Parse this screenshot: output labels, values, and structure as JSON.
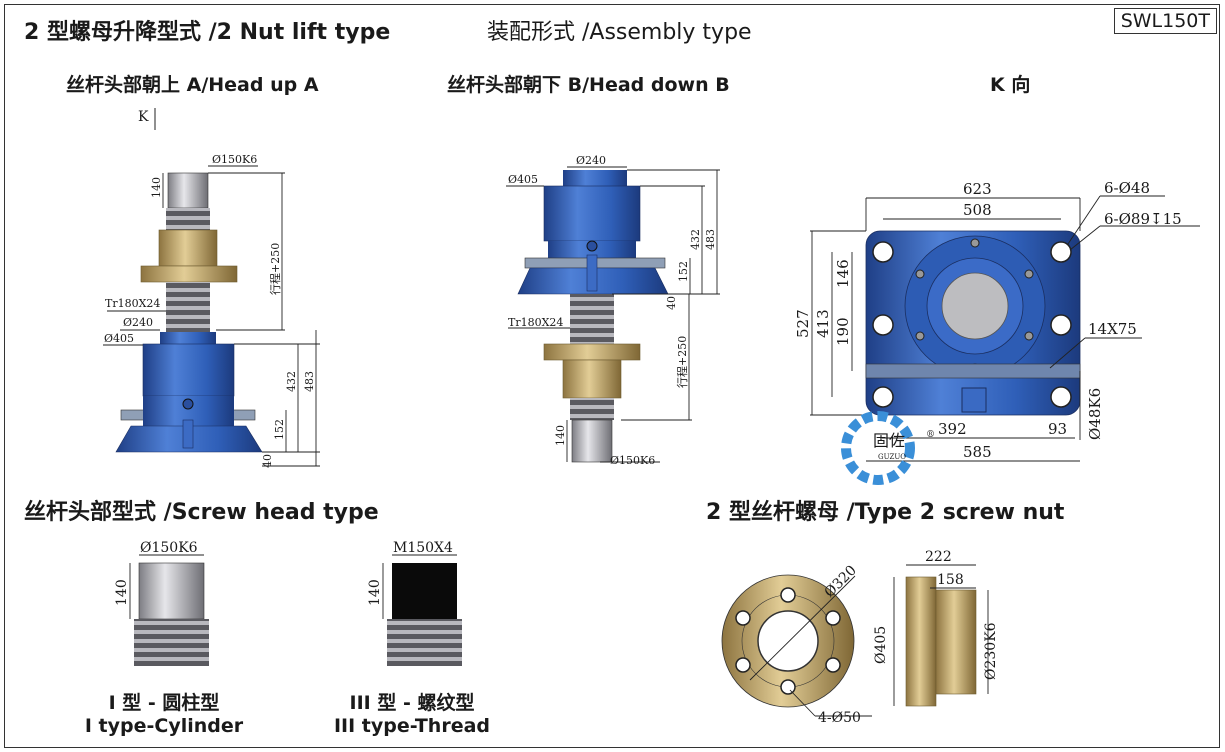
{
  "header": {
    "title": "2 型螺母升降型式 /2 Nut lift type",
    "assembly": "装配形式 /Assembly type",
    "model": "SWL150T"
  },
  "views": {
    "head_up": "丝杆头部朝上 A/Head up A",
    "head_down": "丝杆头部朝下 B/Head down B",
    "k_view": "K 向",
    "k_arrow": "K"
  },
  "dims_a": {
    "d150": "Ø150K6",
    "h140": "140",
    "stroke": "行程+250",
    "tr": "Tr180X24",
    "d240": "Ø240",
    "d405": "Ø405",
    "h432": "432",
    "h483": "483",
    "h152": "152",
    "h40": "40"
  },
  "dims_b": {
    "d240": "Ø240",
    "d405": "Ø405",
    "h432": "432",
    "h483": "483",
    "h152": "152",
    "h40": "40",
    "tr": "Tr180X24",
    "stroke": "行程+250",
    "h140": "140",
    "d150": "Ø150K6"
  },
  "dims_k": {
    "w623": "623",
    "w508": "508",
    "holes1": "6-Ø48",
    "holes2": "6-Ø89↧15",
    "h527": "527",
    "h413": "413",
    "h146": "146",
    "h190": "190",
    "key": "14X75",
    "w392": "392",
    "w93": "93",
    "w585": "585",
    "shaft": "Ø48K6"
  },
  "screw_head": {
    "title": "丝杆头部型式 /Screw head type",
    "cyl_dim": "Ø150K6",
    "cyl_h": "140",
    "thr_dim": "M150X4",
    "thr_h": "140",
    "cyl_cn": "I 型 - 圆柱型",
    "cyl_en": "I type-Cylinder",
    "thr_cn": "III 型 - 螺纹型",
    "thr_en": "III type-Thread"
  },
  "nut": {
    "title": "2 型丝杆螺母 /Type 2 screw nut",
    "d320": "Ø320",
    "d405": "Ø405",
    "holes": "4-Ø50",
    "w222": "222",
    "w158": "158",
    "d230": "Ø230K6"
  },
  "logo": {
    "text": "固佐",
    "sub": "GUZUO",
    "mark": "®"
  },
  "colors": {
    "blue": "#2f5fb8",
    "bronze": "#c4a86a",
    "steel": "#b9b9bd",
    "gear": "#3a8fd8"
  }
}
